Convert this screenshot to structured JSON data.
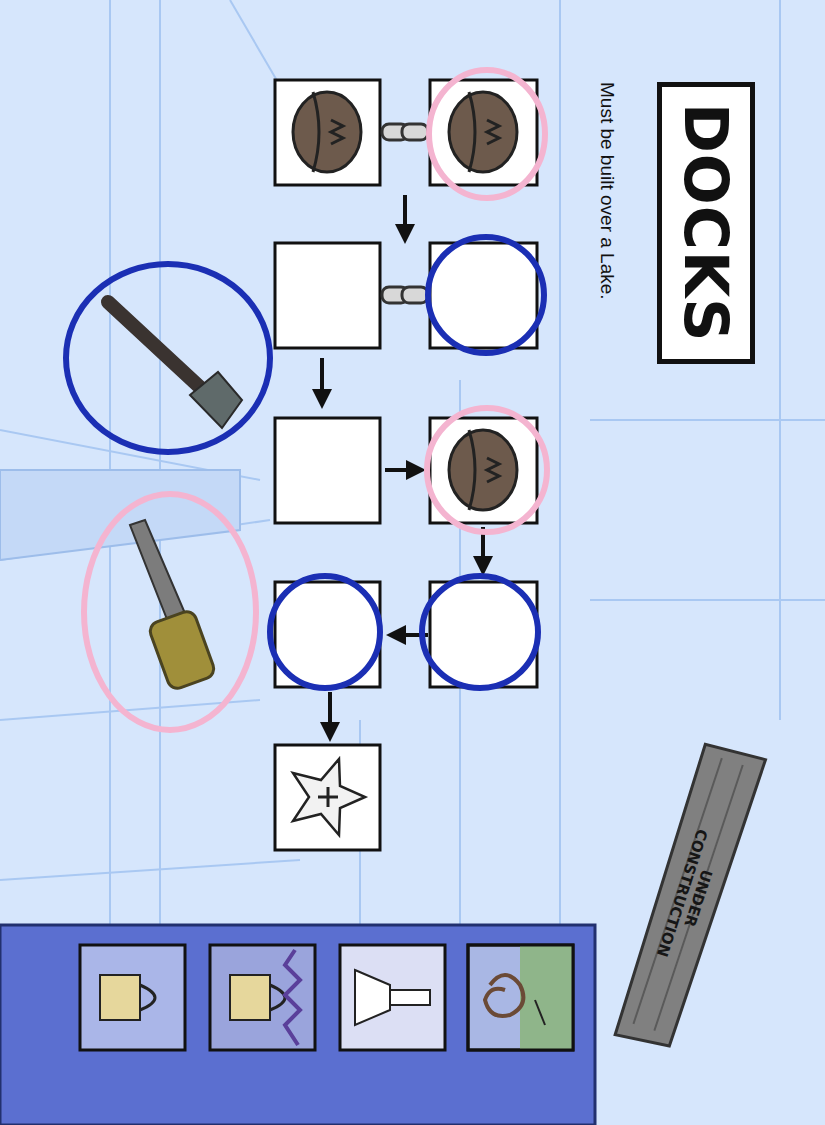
{
  "diagram": {
    "title": "DOCKS",
    "labels": [
      "Must be built over a Lake.",
      "UNDER CONSTRUCTION"
    ]
  }
}
